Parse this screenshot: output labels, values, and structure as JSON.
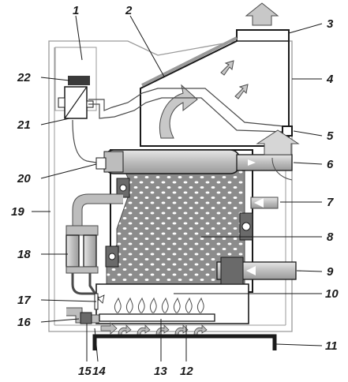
{
  "labels": {
    "l1": "1",
    "l2": "2",
    "l3": "3",
    "l4": "4",
    "l5": "5",
    "l6": "6",
    "l7": "7",
    "l8": "8",
    "l9": "9",
    "l10": "10",
    "l11": "11",
    "l12": "12",
    "l13": "13",
    "l14": "14",
    "l15": "15",
    "l16": "16",
    "l17": "17",
    "l18": "18",
    "l19": "19",
    "l20": "20",
    "l21": "21",
    "l22": "22"
  },
  "colors": {
    "outline": "#1a1a1a",
    "casing": "#9a9a9a",
    "exchanger": "#8c8c8c",
    "pipe": "#bdbdbd",
    "arrow": "#c8c8c8",
    "dark_part": "#4a4a4a"
  }
}
